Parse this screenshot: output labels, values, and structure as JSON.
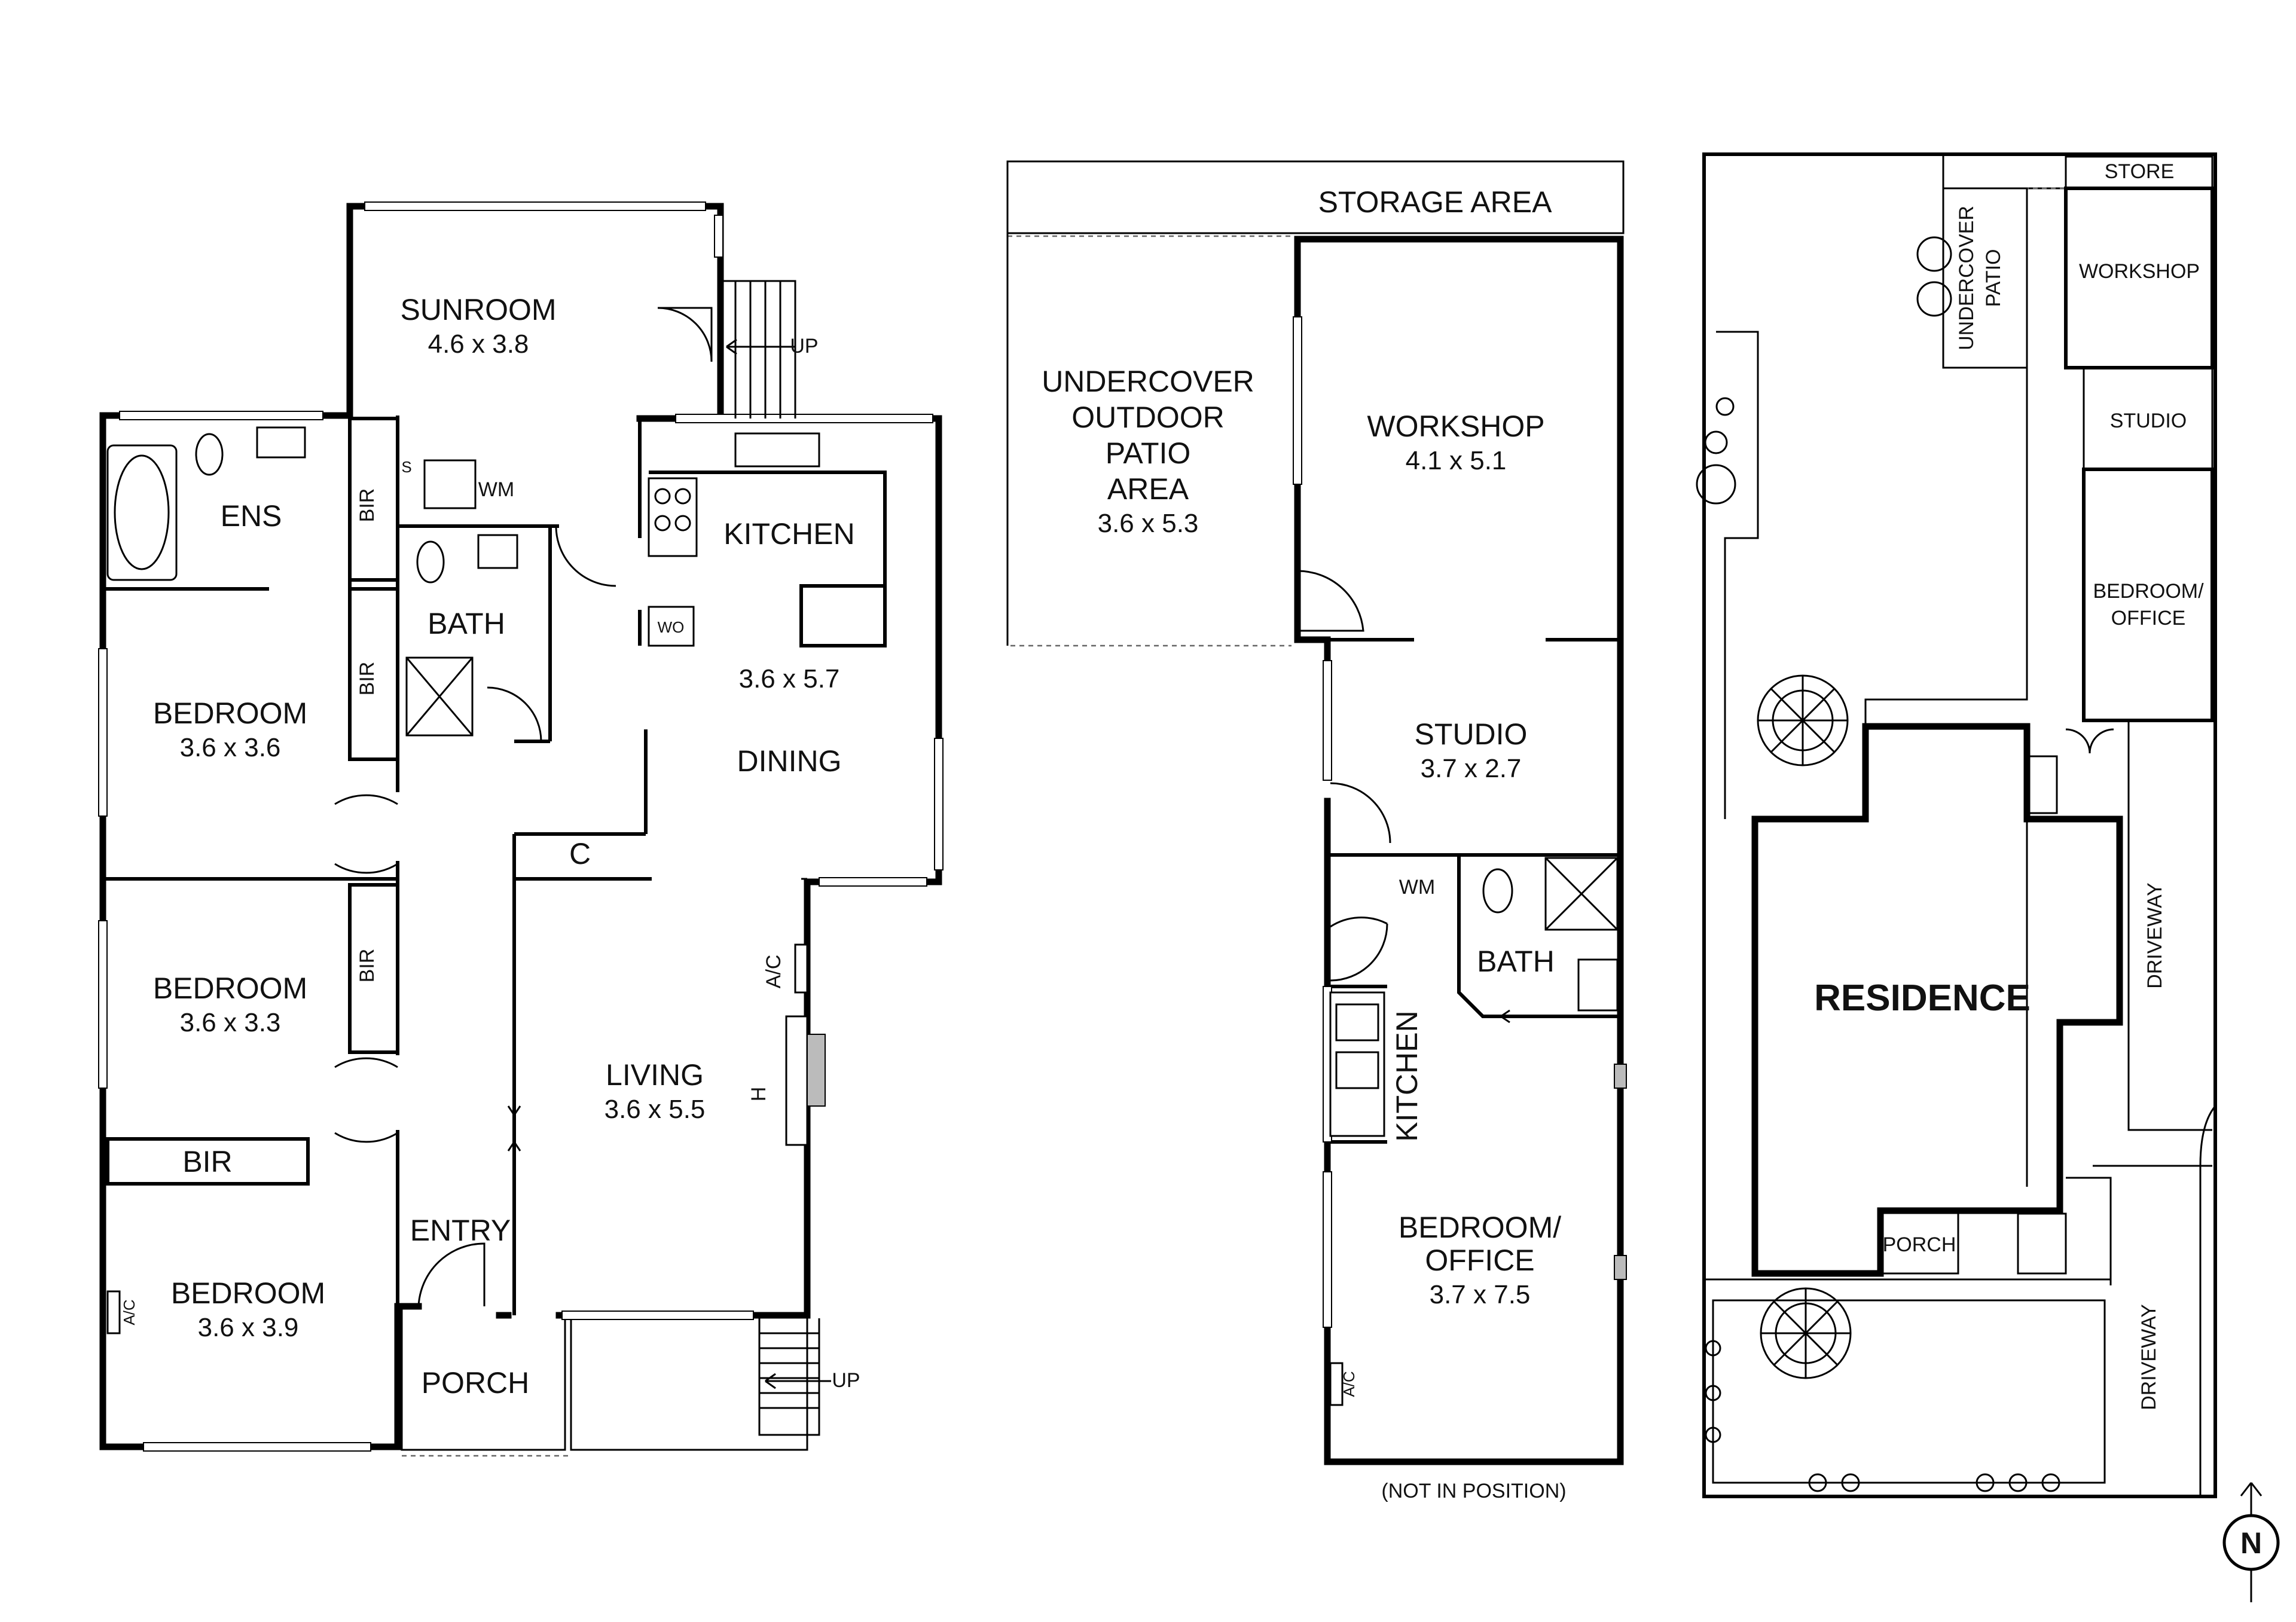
{
  "ground_floor": {
    "sunroom": {
      "name": "SUNROOM",
      "dim": "4.6 x 3.8"
    },
    "ens": {
      "name": "ENS"
    },
    "bir": [
      "BIR",
      "BIR",
      "BIR",
      "BIR"
    ],
    "s_label": "S",
    "wm_label": "WM",
    "bath": {
      "name": "BATH"
    },
    "kitchen": {
      "name": "KITCHEN",
      "dim": "3.6 x 5.7"
    },
    "wo_label": "WO",
    "dining": {
      "name": "DINING"
    },
    "bedroom_1": {
      "name": "BEDROOM",
      "dim": "3.6 x 3.6"
    },
    "bedroom_2": {
      "name": "BEDROOM",
      "dim": "3.6 x 3.3"
    },
    "bedroom_3": {
      "name": "BEDROOM",
      "dim": "3.6 x 3.9"
    },
    "c_label": "C",
    "ac_labels": [
      "A/C",
      "A/C"
    ],
    "h_label": "H",
    "living": {
      "name": "LIVING",
      "dim": "3.6 x 5.5"
    },
    "entry": {
      "name": "ENTRY"
    },
    "porch": {
      "name": "PORCH"
    },
    "up_labels": [
      "UP",
      "UP"
    ]
  },
  "outbuilding": {
    "storage": {
      "name": "STORAGE AREA"
    },
    "patio": {
      "line1": "UNDERCOVER",
      "line2": "OUTDOOR",
      "line3": "PATIO",
      "line4": "AREA",
      "dim": "3.6 x 5.3"
    },
    "workshop": {
      "name": "WORKSHOP",
      "dim": "4.1 x 5.1"
    },
    "studio": {
      "name": "STUDIO",
      "dim": "3.7 x 2.7"
    },
    "wm_label": "WM",
    "bath": {
      "name": "BATH"
    },
    "kitchen": {
      "name": "KITCHEN"
    },
    "bedroom_office": {
      "line1": "BEDROOM/",
      "line2": "OFFICE",
      "dim": "3.7 x 7.5"
    },
    "ac_label": "A/C",
    "note": "(NOT IN POSITION)"
  },
  "site_plan": {
    "store": "STORE",
    "undercover_patio": {
      "line1": "UNDERCOVER",
      "line2": "PATIO"
    },
    "workshop": "WORKSHOP",
    "studio": "STUDIO",
    "bedroom_office": {
      "line1": "BEDROOM/",
      "line2": "OFFICE"
    },
    "residence": "RESIDENCE",
    "porch": "PORCH",
    "driveway": [
      "DRIVEWAY",
      "DRIVEWAY"
    ]
  },
  "compass": {
    "label": "N",
    "icon": "north-arrow-icon"
  }
}
